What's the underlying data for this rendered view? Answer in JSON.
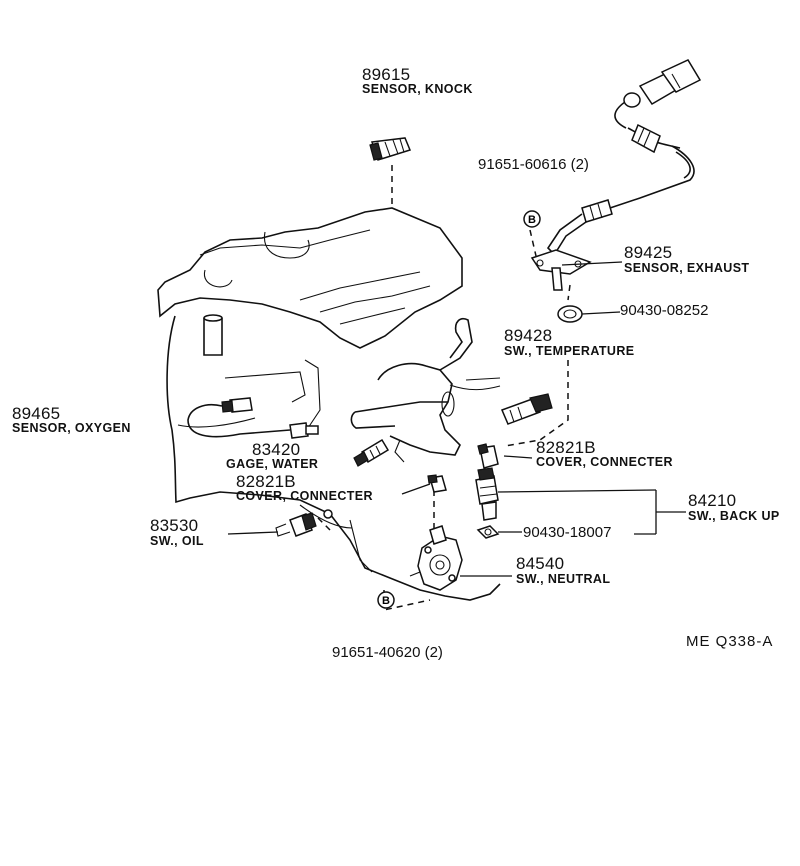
{
  "parts": {
    "p89615": {
      "number": "89615",
      "desc": "SENSOR, KNOCK"
    },
    "p91651_60616": {
      "number": "91651-60616 (2)"
    },
    "p89425": {
      "number": "89425",
      "desc": "SENSOR, EXHAUST"
    },
    "p90430_08252": {
      "number": "90430-08252"
    },
    "p89428": {
      "number": "89428",
      "desc": "SW., TEMPERATURE"
    },
    "p89465": {
      "number": "89465",
      "desc": "SENSOR, OXYGEN"
    },
    "p83420": {
      "number": "83420",
      "desc": "GAGE, WATER"
    },
    "p82821b_right": {
      "number": "82821B",
      "desc": "COVER, CONNECTER"
    },
    "p82821b_left": {
      "number": "82821B",
      "desc": "COVER, CONNECTER"
    },
    "p84210": {
      "number": "84210",
      "desc": "SW., BACK UP"
    },
    "p90430_18007": {
      "number": "90430-18007"
    },
    "p83530": {
      "number": "83530",
      "desc": "SW., OIL"
    },
    "p84540": {
      "number": "84540",
      "desc": "SW., NEUTRAL"
    },
    "p91651_40620": {
      "number": "91651-40620 (2)"
    }
  },
  "bolt_marker": "B",
  "reference": "ME  Q338-A"
}
